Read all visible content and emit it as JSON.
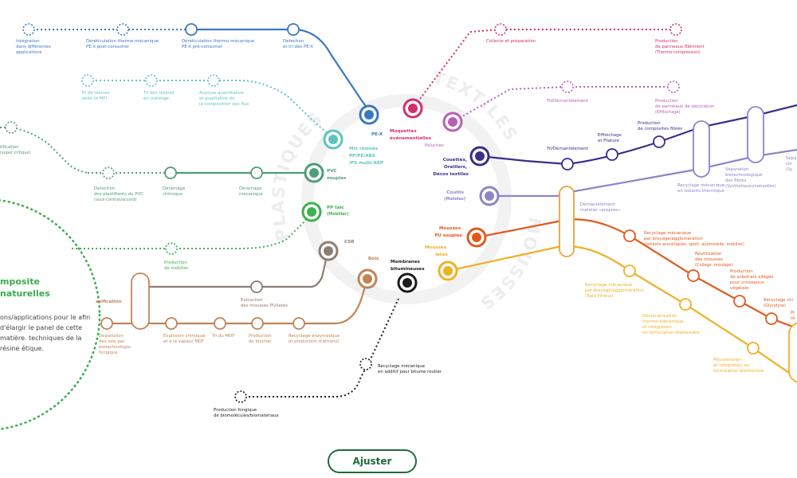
{
  "colors": {
    "blue": "#3a78c2",
    "teal": "#5fc4c0",
    "green": "#4e9e78",
    "bright_green": "#3cb24d",
    "taupe": "#8c7d73",
    "brown": "#c08457",
    "black": "#1c1c1c",
    "pink": "#d42d6e",
    "orchid": "#b95fb8",
    "navy": "#3a2d8c",
    "lavender": "#8f84c8",
    "orange": "#e05a1e",
    "yellow": "#f0b023"
  },
  "ring_words": [
    "PLASTIQUES",
    "TEXTILES",
    "MOUSSES"
  ],
  "hubs": [
    {
      "id": "pex",
      "label": "PE-X"
    },
    {
      "id": "mix",
      "label_lines": [
        "Mix résines",
        "PP/PE/ABS",
        "/PS multi-REP"
      ]
    },
    {
      "id": "pvc",
      "label_lines": [
        "PVC",
        "souples"
      ]
    },
    {
      "id": "pptalc",
      "label": "PP talc",
      "sub": "(Mobilier)"
    },
    {
      "id": "csr",
      "label": "CSR"
    },
    {
      "id": "bois",
      "label": "Bois"
    },
    {
      "id": "membranes",
      "label_lines": [
        "Membranes",
        "bitumineuses"
      ]
    },
    {
      "id": "moquettes",
      "label_lines": [
        "Moquettes",
        "événementielles"
      ]
    },
    {
      "id": "peluches",
      "label": "Peluches"
    },
    {
      "id": "couettes",
      "label_lines": [
        "Couettes,",
        "Oreillers,",
        "Décos textiles"
      ]
    },
    {
      "id": "coutils",
      "label": "Coutils",
      "sub": "(Matelas)"
    },
    {
      "id": "mousses_pu",
      "label_lines": [
        "Mousses",
        "PU souples"
      ]
    },
    {
      "id": "mousses_latex",
      "label_lines": [
        "Mousses",
        "latex"
      ]
    }
  ],
  "stations": {
    "blue": [
      {
        "lines": [
          "Intégration",
          "dans différentes",
          "applications"
        ]
      },
      {
        "lines": [
          "Déréticulation thermo-mécanique",
          "PE-X post-consumer"
        ]
      },
      {
        "lines": [
          "Déréticulation thermo-mécanique",
          "PE-X pré-consumer"
        ]
      },
      {
        "lines": [
          "Détection",
          "et tri des PE-X"
        ]
      }
    ],
    "teal": [
      {
        "lines": [
          "Tri de résines",
          "selon le MFI"
        ]
      },
      {
        "lines": [
          "Tri des résines",
          "en mélange"
        ]
      },
      {
        "lines": [
          "Analyse quantitative",
          "et qualitative de",
          "la composition des flux"
        ]
      }
    ],
    "teal_edge": {
      "lines": [
        "tification"
      ],
      "sub": "(super critique)"
    },
    "green": [
      {
        "lines": [
          "Détection",
          "des plastifiants du PVC"
        ],
        "sub": "(sous-contrat/accord)"
      },
      {
        "lines": [
          "Déramage",
          "chimique"
        ]
      },
      {
        "lines": [
          "Déramage",
          "mécanique"
        ]
      }
    ],
    "bright_green": [
      {
        "lines": [
          "Production",
          "de mobilier"
        ]
      }
    ],
    "taupe": [
      {
        "lines": [
          "Extraction",
          "des mousses PU/latex"
        ]
      }
    ],
    "brown_gas": "asification",
    "brown": [
      {
        "lines": [
          "Dépollution",
          "des sols par",
          "biotechnologie",
          "fongique"
        ]
      },
      {
        "lines": [
          "Explosion chimique",
          "et à la vapeur MDF"
        ]
      },
      {
        "lines": [
          "Tri du MDF"
        ]
      },
      {
        "lines": [
          "Production",
          "de biochar"
        ]
      },
      {
        "lines": [
          "Recyclage enzymatique",
          "et production d'éthanol"
        ]
      }
    ],
    "black": [
      {
        "lines": [
          "Recyclage mécanique",
          "en additif pour bitume routier"
        ]
      },
      {
        "lines": [
          "Production fongique",
          "de biomolécules/biomatériaux"
        ]
      }
    ],
    "pink": [
      {
        "lines": [
          "Collecte et préparation"
        ]
      },
      {
        "lines": [
          "Production",
          "de panneaux Bâtiment"
        ],
        "sub": "(Thermo-compression)"
      }
    ],
    "orchid": [
      {
        "lines": [
          "Tri/Démantèlement"
        ]
      },
      {
        "lines": [
          "Production",
          "de panneaux de décoration"
        ],
        "sub": "(Effilochage)"
      }
    ],
    "navy": [
      {
        "lines": [
          "Tri/Démantèlement"
        ]
      },
      {
        "lines": [
          "Effilochage",
          "et Filature"
        ]
      },
      {
        "lines": [
          "Production",
          "de composites fibrés"
        ]
      }
    ],
    "lavender": [
      {
        "lines": [
          "Recyclage mécanique",
          "en isolants thermique"
        ]
      },
      {
        "lines": [
          "Séparation",
          "biotechnologique",
          "des fibres"
        ],
        "sub": "(Synthétiques/naturelles)"
      },
      {
        "lines": [
          "Sépa",
          "chi"
        ],
        "sub": "(Sy"
      }
    ],
    "demantelement": {
      "lines": [
        "Démantèlement",
        "matelas «propres»"
      ]
    },
    "orange": [
      {
        "lines": [
          "Recyclage mécanique",
          "par broyage/agglomération"
        ],
        "sub": "(Isolants acoustiques, sport, automobile, mobilier)"
      },
      {
        "lines": [
          "Réutilisation",
          "des mousses"
        ],
        "sub": "(Collage, moulage)"
      },
      {
        "lines": [
          "Production",
          "de substrats allégés",
          "pour croissance",
          "végétale"
        ]
      },
      {
        "lines": [
          "Recyclage chi"
        ],
        "sub": "(Glycolyse)"
      },
      {
        "lines": [
          "Pr",
          "ré"
        ]
      }
    ],
    "yellow": [
      {
        "lines": [
          "Recyclage mécanique",
          "par broyage/agglomération"
        ],
        "sub": "(Tapis Fitness)"
      },
      {
        "lines": [
          "Dévulcanisation",
          "thermo-mécanique",
          "et intégration",
          "en formulation élastomère"
        ]
      },
      {
        "lines": [
          "Micronisation",
          "et intégration en",
          "formulation élastomère"
        ]
      }
    ]
  },
  "side_panel": {
    "title_lines": [
      "mposite",
      "naturelles"
    ],
    "description": "ons/applications pour le afin d'élargir le panel de cette matière. techniques de la résine étique."
  },
  "ajuster_label": "Ajuster"
}
